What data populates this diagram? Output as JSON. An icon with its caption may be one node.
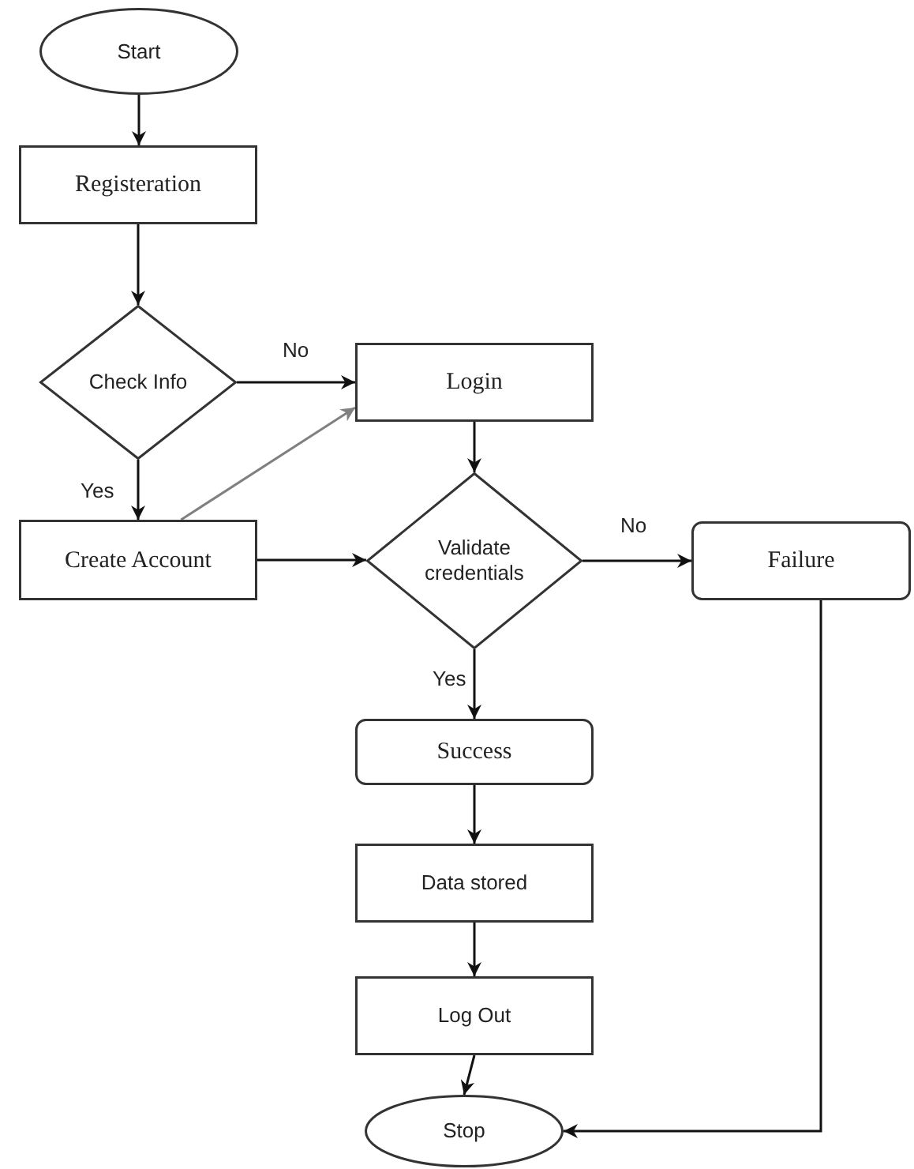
{
  "diagram": {
    "nodes": [
      {
        "text": [
          "Start"
        ]
      },
      {
        "text": [
          "Registeration"
        ]
      },
      {
        "text": [
          "Check Info"
        ]
      },
      {
        "text": [
          "Create Account"
        ]
      },
      {
        "text": [
          "Login"
        ]
      },
      {
        "text": [
          "Validate credentials"
        ]
      },
      {
        "text": [
          "Failure"
        ]
      },
      {
        "text": [
          "Success"
        ]
      },
      {
        "text": [
          "Data stored"
        ]
      },
      {
        "text": [
          "Log Out"
        ]
      },
      {
        "text": [
          "Stop"
        ]
      }
    ],
    "edges": [
      {
        "from": 0,
        "to": 1,
        "arrow": "to"
      },
      {
        "from": 1,
        "to": 2,
        "arrow": "to"
      },
      {
        "from": 2,
        "to": 4,
        "arrow": "to",
        "label": "No"
      },
      {
        "from": 2,
        "to": 3,
        "arrow": "to",
        "label": "Yes"
      },
      {
        "from": 3,
        "to": 4,
        "arrow": "to",
        "color": "#808080"
      },
      {
        "from": 3,
        "to": 5,
        "arrow": "to"
      },
      {
        "from": 4,
        "to": 5,
        "arrow": "to"
      },
      {
        "from": 5,
        "to": 6,
        "arrow": "to",
        "label": "No"
      },
      {
        "from": 5,
        "to": 7,
        "arrow": "to",
        "label": "Yes"
      },
      {
        "from": 7,
        "to": 8,
        "arrow": "to"
      },
      {
        "from": 8,
        "to": 9,
        "arrow": "to"
      },
      {
        "from": 9,
        "to": 10,
        "arrow": "to"
      },
      {
        "from": 6,
        "to": 10,
        "arrow": "to"
      }
    ]
  }
}
